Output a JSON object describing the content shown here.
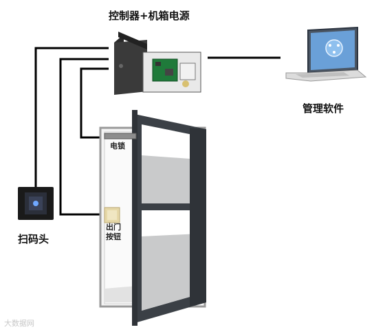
{
  "labels": {
    "controller": "控制器+机箱电源",
    "software": "管理软件",
    "scanner": "扫码头",
    "lock": "电锁",
    "exit_button": "出门按钮"
  },
  "watermark": "大数据网"
}
